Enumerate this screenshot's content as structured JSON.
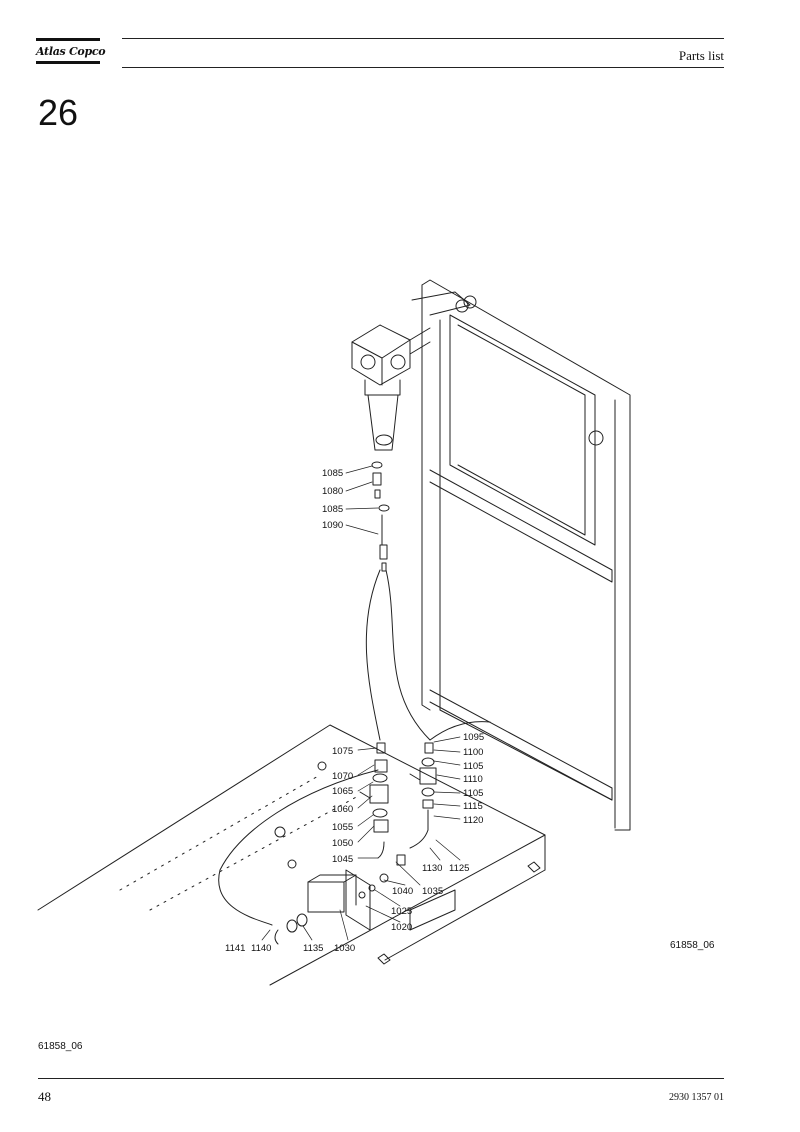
{
  "header": {
    "logo_text": "Atlas Copco",
    "title": "Parts list"
  },
  "section": {
    "number": "26"
  },
  "figure": {
    "drawing_ref": "61858_06",
    "part_labels": [
      "1085",
      "1080",
      "1085",
      "1090",
      "1075",
      "1070",
      "1065",
      "1060",
      "1055",
      "1050",
      "1045",
      "1095",
      "1100",
      "1105",
      "1110",
      "1105",
      "1115",
      "1120",
      "1130",
      "1125",
      "1040",
      "1035",
      "1025",
      "1020",
      "1141",
      "1140",
      "1135",
      "1030"
    ]
  },
  "footer": {
    "drawing_ref": "61858_06",
    "page_number": "48",
    "document_number": "2930 1357 01"
  }
}
